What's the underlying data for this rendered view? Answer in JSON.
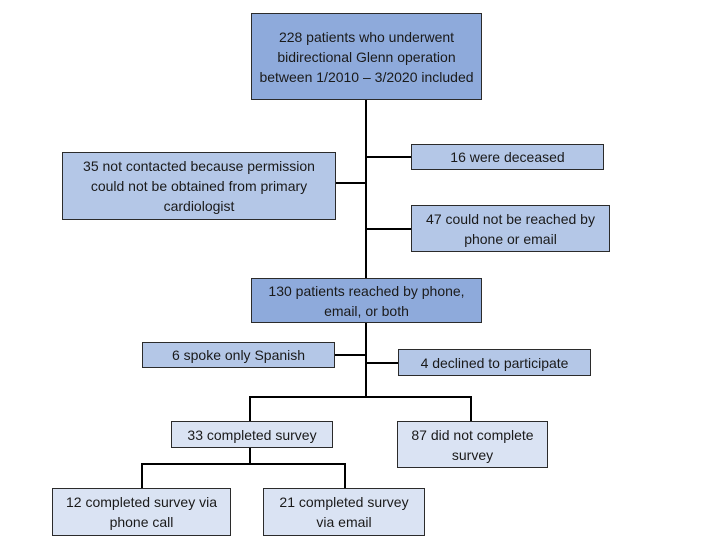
{
  "nodes": {
    "total": {
      "text": "228 patients who underwent bidirectional Glenn operation between 1/2010 – 3/2020 included"
    },
    "not_contacted": {
      "text": "35 not contacted because permission could not be obtained from primary cardiologist"
    },
    "deceased": {
      "text": "16 were deceased"
    },
    "unreachable": {
      "text": "47 could not be reached by phone or email"
    },
    "reached": {
      "text": "130 patients reached by phone, email, or both"
    },
    "spanish": {
      "text": "6 spoke only Spanish"
    },
    "declined": {
      "text": "4 declined to participate"
    },
    "completed": {
      "text": "33 completed survey"
    },
    "not_completed": {
      "text": "87 did not complete survey"
    },
    "via_phone": {
      "text": "12 completed survey via phone call"
    },
    "via_email": {
      "text": "21 completed survey via email"
    }
  },
  "colors": {
    "dark_box": "#8eaadb",
    "mid_box": "#b4c7e7",
    "light_box": "#dae3f3",
    "border": "#2b2b2b",
    "connector": "#000000"
  }
}
